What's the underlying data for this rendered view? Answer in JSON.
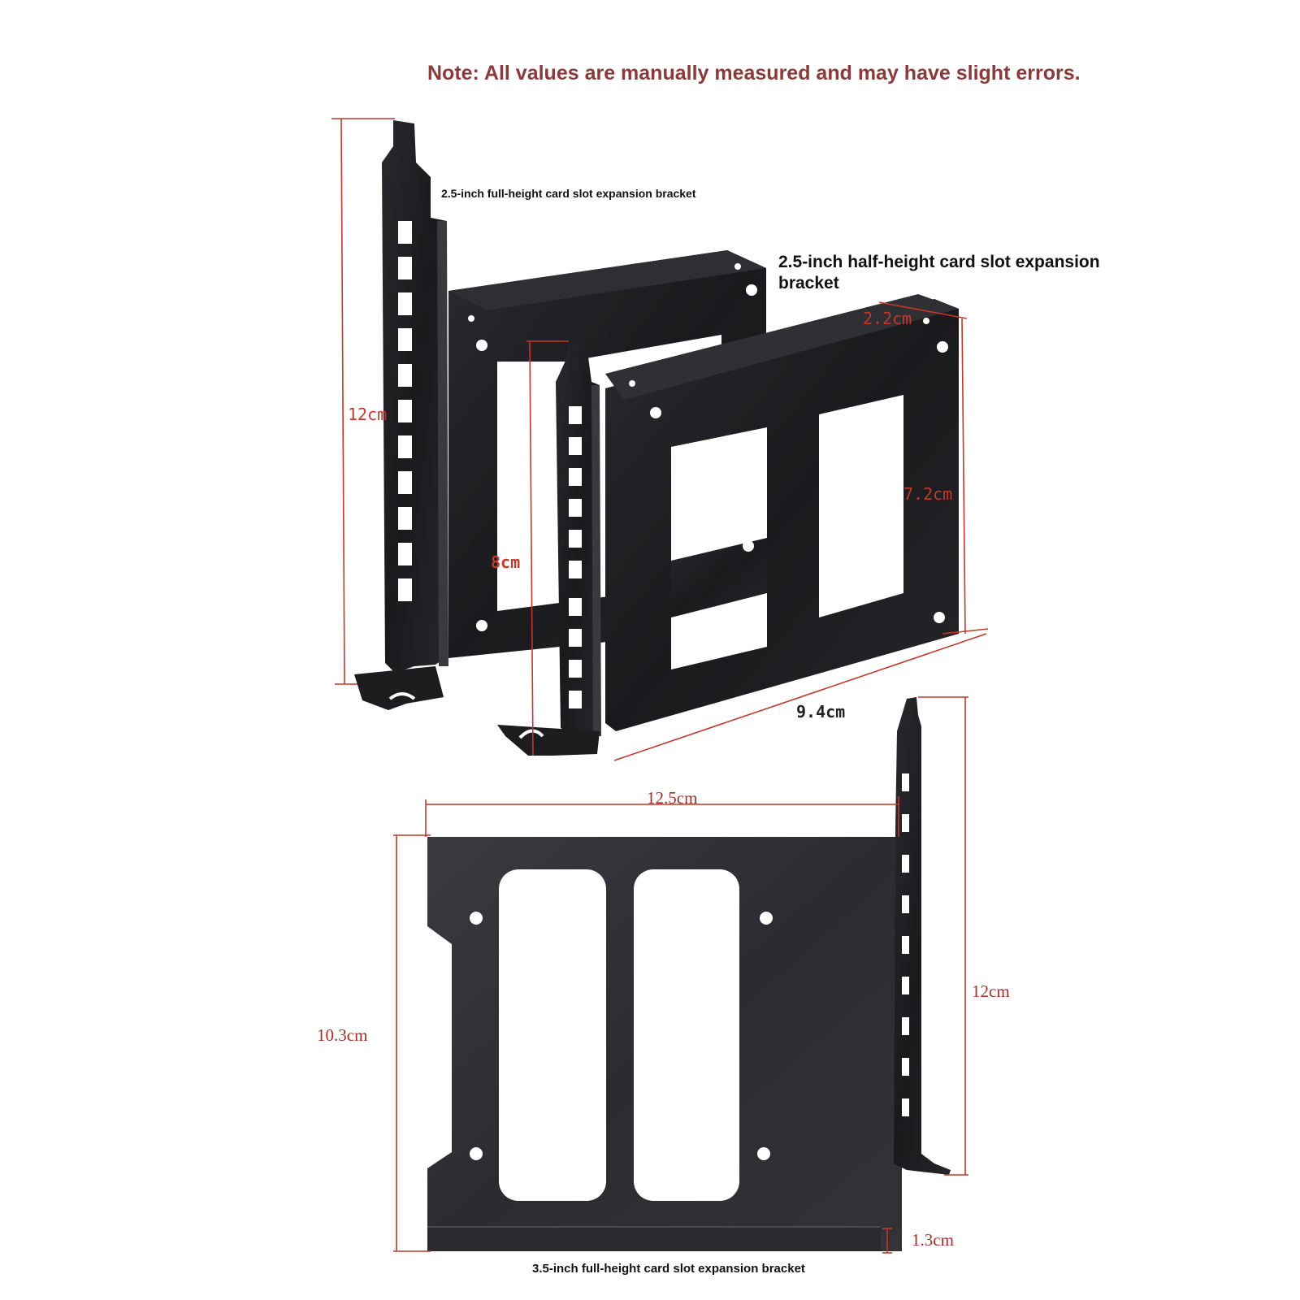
{
  "note": "Note: All values are manually measured and may have slight errors.",
  "labels": {
    "full_height_2_5": "2.5-inch full-height card slot expansion bracket",
    "half_height_2_5": "2.5-inch half-height card slot expansion bracket",
    "full_height_3_5": "3.5-inch full-height card slot expansion bracket"
  },
  "dimensions": {
    "full_bracket_height": "12cm",
    "half_bracket_height": "8cm",
    "half_tray_depth": "2.2cm",
    "half_tray_height": "7.2cm",
    "half_tray_length": "9.4cm",
    "tray_3_5_width": "12.5cm",
    "tray_3_5_height": "10.3cm",
    "bracket_3_5_height": "12cm",
    "tray_3_5_lip": "1.3cm"
  },
  "colors": {
    "metal": "#1c1c1f",
    "metal_edge": "#3a3a3e",
    "dimension_line": "#c0392b",
    "note_text": "#8b3a3a"
  }
}
